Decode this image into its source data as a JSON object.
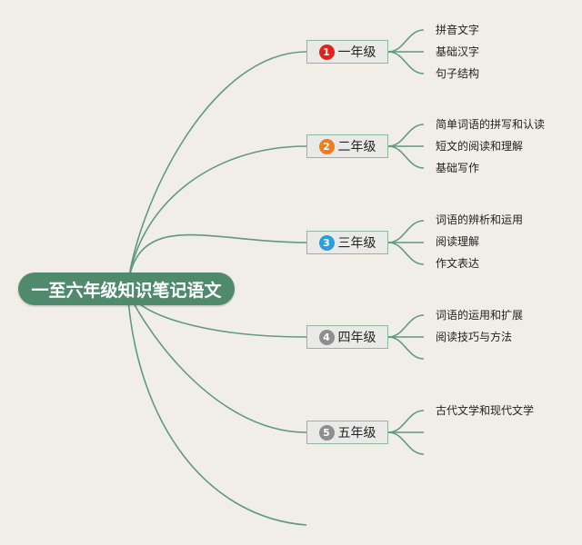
{
  "root": {
    "label": "一至六年级知识笔记语文"
  },
  "grades": [
    {
      "number": "1",
      "label": "一年级",
      "badge_color": "#e2231a",
      "topics": [
        "拼音文字",
        "基础汉字",
        "句子结构"
      ]
    },
    {
      "number": "2",
      "label": "二年级",
      "badge_color": "#f07c1c",
      "topics": [
        "简单词语的拼写和认读",
        "短文的阅读和理解",
        "基础写作"
      ]
    },
    {
      "number": "3",
      "label": "三年级",
      "badge_color": "#2a9fe0",
      "topics": [
        "词语的辨析和运用",
        "阅读理解",
        "作文表达"
      ]
    },
    {
      "number": "4",
      "label": "四年级",
      "badge_color": "#8e8e8e",
      "topics": [
        "词语的运用和扩展",
        "阅读技巧与方法",
        ""
      ]
    },
    {
      "number": "5",
      "label": "五年级",
      "badge_color": "#8e8e8e",
      "topics": [
        "古代文学和现代文学",
        "",
        ""
      ]
    }
  ],
  "colors": {
    "line": "#5f9a7c",
    "root_bg": "#4f8a6d",
    "background": "#f1eee8"
  }
}
